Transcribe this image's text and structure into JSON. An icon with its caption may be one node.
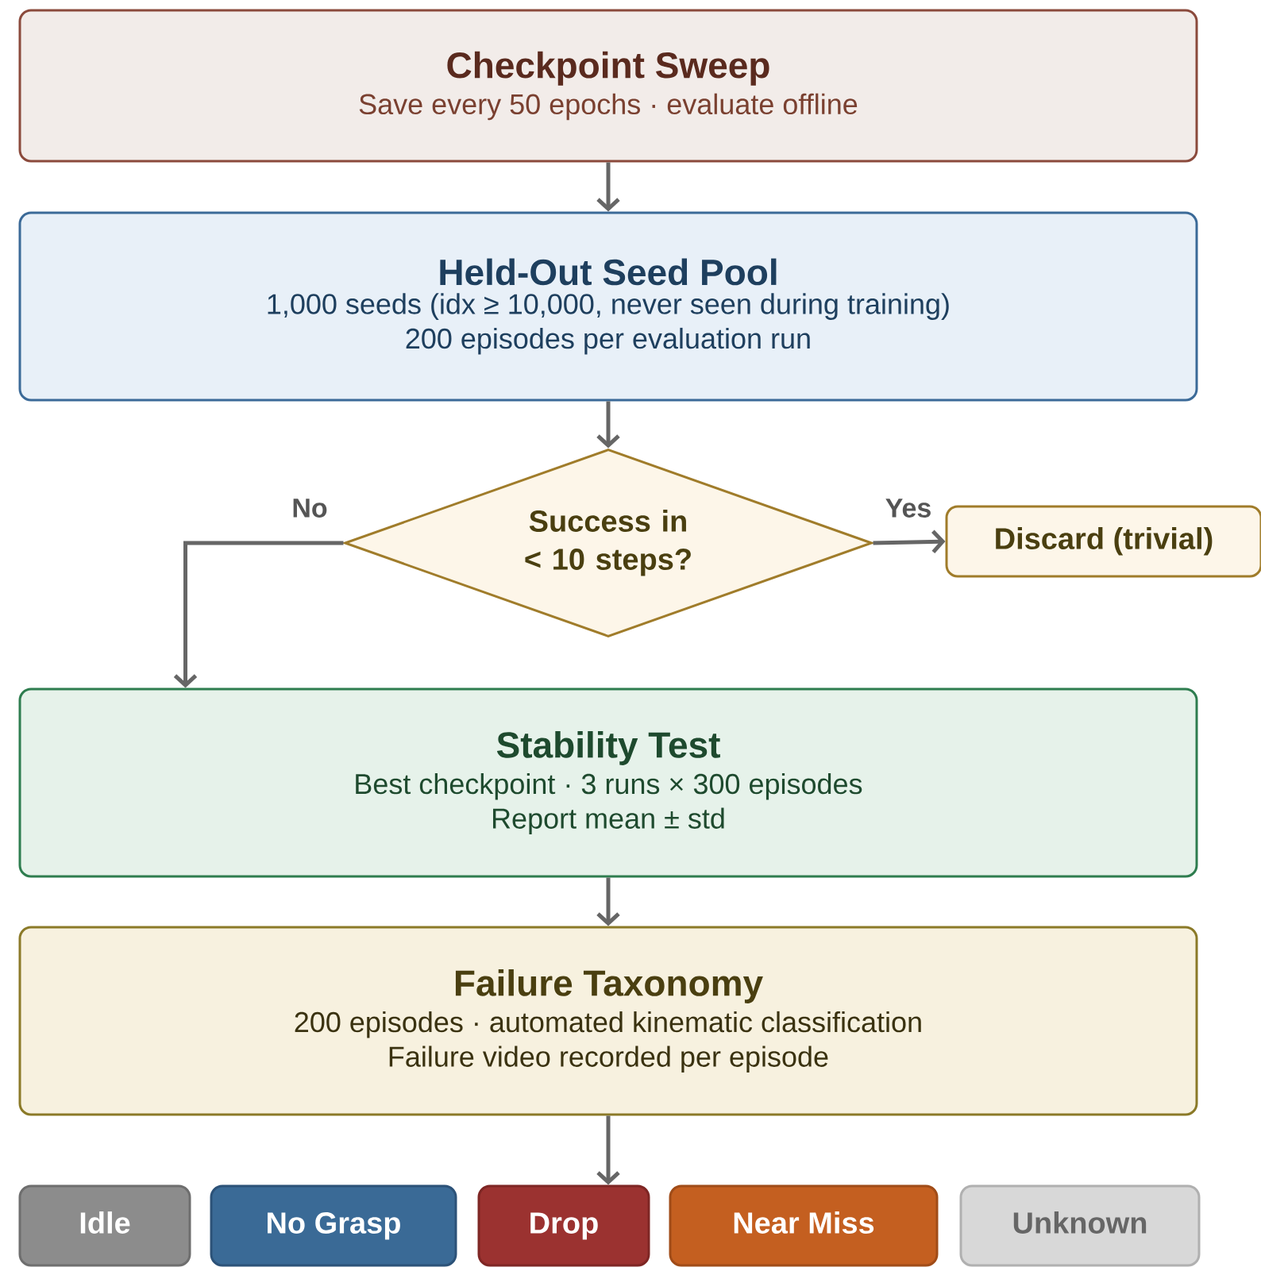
{
  "diagram": {
    "nodes": [
      {
        "text": [
          "Checkpoint Sweep",
          "Save every 50 epochs · evaluate offline"
        ]
      },
      {
        "text": [
          "Held-Out Seed Pool",
          "1,000 seeds (idx ≥ 10,000, never seen during training)",
          "200 episodes per evaluation run"
        ]
      },
      {
        "text": [
          "Success in < 10 steps?"
        ]
      },
      {
        "text": [
          "Discard (trivial)"
        ]
      },
      {
        "text": [
          "Stability Test",
          "Best checkpoint · 3 runs × 300 episodes",
          "Report mean ± std"
        ]
      },
      {
        "text": [
          "Failure Taxonomy",
          "200 episodes · automated kinematic classification",
          "Failure video recorded per episode"
        ]
      },
      {
        "text": [
          "Idle"
        ]
      },
      {
        "text": [
          "No Grasp"
        ]
      },
      {
        "text": [
          "Drop"
        ]
      },
      {
        "text": [
          "Near Miss"
        ]
      },
      {
        "text": [
          "Unknown"
        ]
      }
    ],
    "edges": [
      {
        "from": 0,
        "to": 1,
        "arrow": "to"
      },
      {
        "from": 1,
        "to": 2,
        "arrow": "to"
      },
      {
        "from": 2,
        "to": 3,
        "arrow": "to",
        "label": "Yes"
      },
      {
        "from": 2,
        "to": 4,
        "arrow": "to",
        "label": "No"
      },
      {
        "from": 4,
        "to": 5,
        "arrow": "to"
      },
      {
        "from": 5,
        "to": 8,
        "arrow": "to"
      }
    ]
  }
}
